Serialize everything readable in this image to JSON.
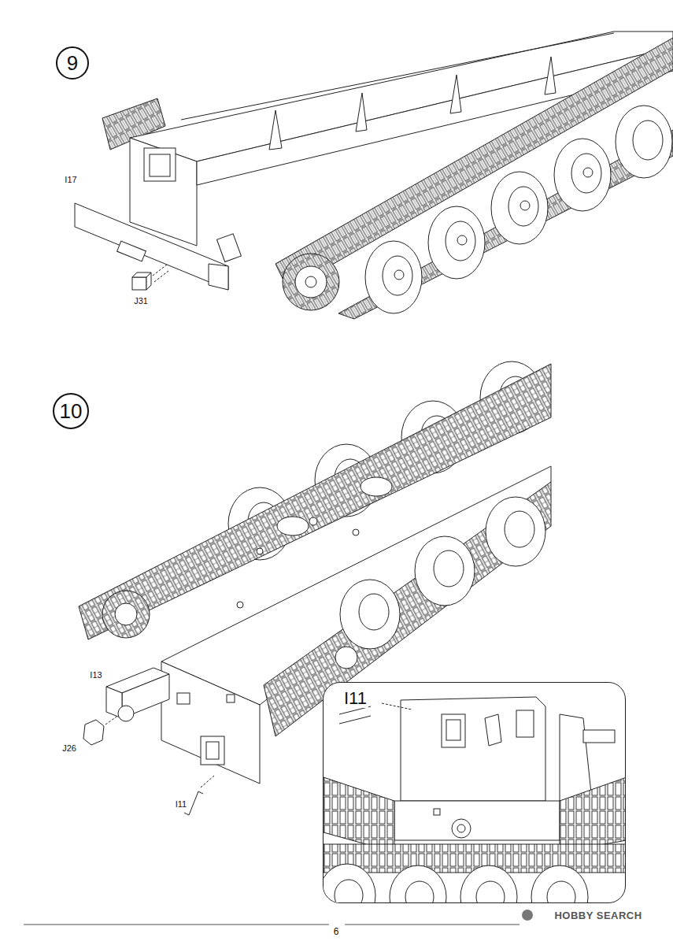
{
  "diagram": {
    "nodes": [
      {
        "text": [
          "9"
        ]
      },
      {
        "text": [
          "10"
        ]
      },
      {
        "text": [
          "I11"
        ]
      }
    ],
    "labels": [
      "I17",
      "J31",
      "I13",
      "J26",
      "I11",
      "6",
      "HOBBY SEARCH"
    ]
  }
}
